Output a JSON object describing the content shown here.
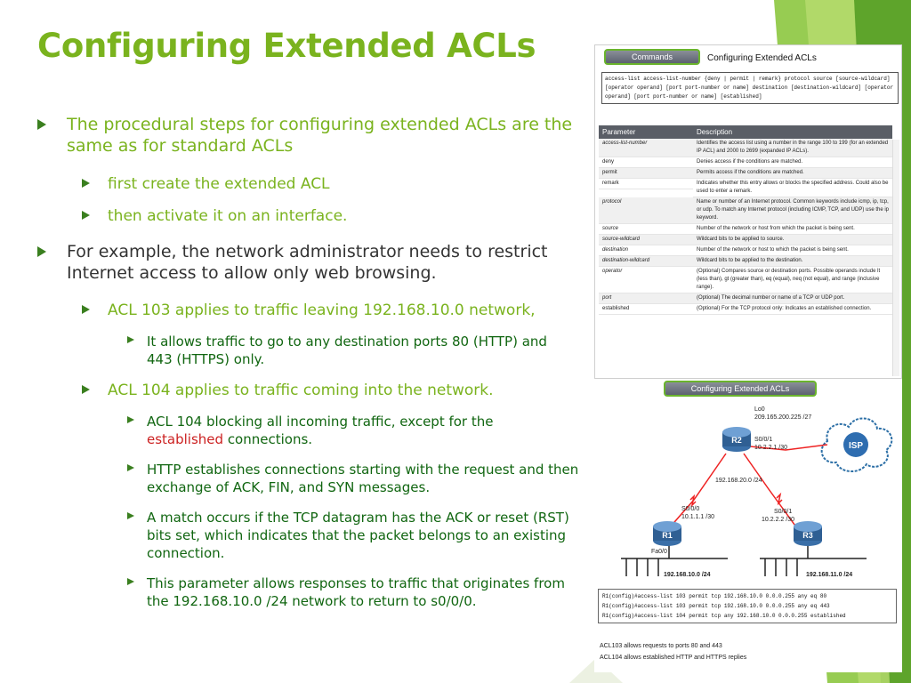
{
  "slide": {
    "title": "Configuring Extended ACLs",
    "bullets": [
      {
        "text": "The procedural steps for configuring extended ACLs are the same as for standard ACLs"
      },
      {
        "text": "first create the extended ACL"
      },
      {
        "text": "then activate it on an interface."
      },
      {
        "text": "For example, the network administrator needs to restrict Internet access to allow only web browsing."
      },
      {
        "text": "ACL 103 applies to traffic leaving 192.168.10.0 network,"
      },
      {
        "text": "It allows traffic to go to any destination ports 80 (HTTP) and 443 (HTTPS) only."
      },
      {
        "text": "ACL 104 applies to traffic coming into the network."
      },
      {
        "text_a": "ACL 104 blocking all incoming traffic, except for the ",
        "text_red": "established",
        "text_b": " connections."
      },
      {
        "text": "HTTP establishes connections starting with the request and then exchange of ACK, FIN, and SYN messages."
      },
      {
        "text": "A match occurs if the TCP datagram has the ACK or reset (RST) bits set, which indicates that the packet belongs to an existing connection."
      },
      {
        "text": "This parameter allows responses to traffic that originates from the 192.168.10.0 /24 network to return to s0/0/0."
      }
    ]
  },
  "commands_panel": {
    "button": "Commands",
    "title": "Configuring Extended ACLs",
    "syntax_line1": "access-list access-list-number {deny | permit | remark} protocol source [source-wildcard]",
    "syntax_line2": "[operator operand] [port port-number or name] destination [destination-wildcard] [operator",
    "syntax_line3": "operand] [port port-number or name] [established]",
    "headers": [
      "Parameter",
      "Description"
    ],
    "rows": [
      [
        "access-list-number",
        "Identifies the access list using a number in the range 100 to 199 (for an extended IP ACL) and 2000 to 2699 (expanded IP ACLs)."
      ],
      [
        "deny",
        "Denies access if the conditions are matched."
      ],
      [
        "permit",
        "Permits access if the conditions are matched."
      ],
      [
        "remark",
        "Indicates whether this entry allows or blocks the specified address. Could also be used to enter a remark."
      ],
      [
        "protocol",
        "Name or number of an Internet protocol. Common keywords include icmp, ip, tcp, or udp. To match any Internet protocol (including ICMP, TCP, and UDP) use the ip keyword."
      ],
      [
        "source",
        "Number of the network or host from which the packet is being sent."
      ],
      [
        "source-wildcard",
        "Wildcard bits to be applied to source."
      ],
      [
        "destination",
        "Number of the network or host to which the packet is being sent."
      ],
      [
        "destination-wildcard",
        "Wildcard bits to be applied to the destination."
      ],
      [
        "operator",
        "(Optional) Compares source or destination ports. Possible operands include lt (less than), gt (greater than), eq (equal), neq (not equal), and range (inclusive range)."
      ],
      [
        "port",
        "(Optional) The decimal number or name of a TCP or UDP port."
      ],
      [
        "established",
        "(Optional) For the TCP protocol only: Indicates an established connection."
      ]
    ]
  },
  "topology_panel": {
    "button": "Configuring Extended ACLs",
    "lo0": "Lo0",
    "lo0_ip": "209.165.200.225 /27",
    "isp": "ISP",
    "r2": "R2",
    "r2_s001": "S0/0/1",
    "r2_s001_ip": "10.2.2.1 /30",
    "link_net": "192.168.20.0 /24",
    "r1_s000": "S0/0/0",
    "r1_s000_ip": "10.1.1.1 /30",
    "r3_s001": "S0/0/1",
    "r3_s001_ip": "10.2.2.2 /30",
    "r1": "R1",
    "r3": "R3",
    "fa00": "Fa0/0",
    "lan1": "192.168.10.0 /24",
    "lan3": "192.168.11.0 /24",
    "code_lines": [
      "R1(config)#access-list 103 permit tcp 192.168.10.0 0.0.0.255 any eq 80",
      "R1(config)#access-list 103 permit tcp 192.168.10.0 0.0.0.255 any eq 443",
      "R1(config)#access-list 104 permit tcp any 192.168.10.0 0.0.0.255 established"
    ],
    "caption1": "ACL103 allows requests to ports 80 and 443",
    "caption2": "ACL104 allows established HTTP and HTTPS replies"
  },
  "colors": {
    "title": "#7ab31e",
    "accent": "#3a7f1f",
    "emphasis": "#cc2222"
  }
}
